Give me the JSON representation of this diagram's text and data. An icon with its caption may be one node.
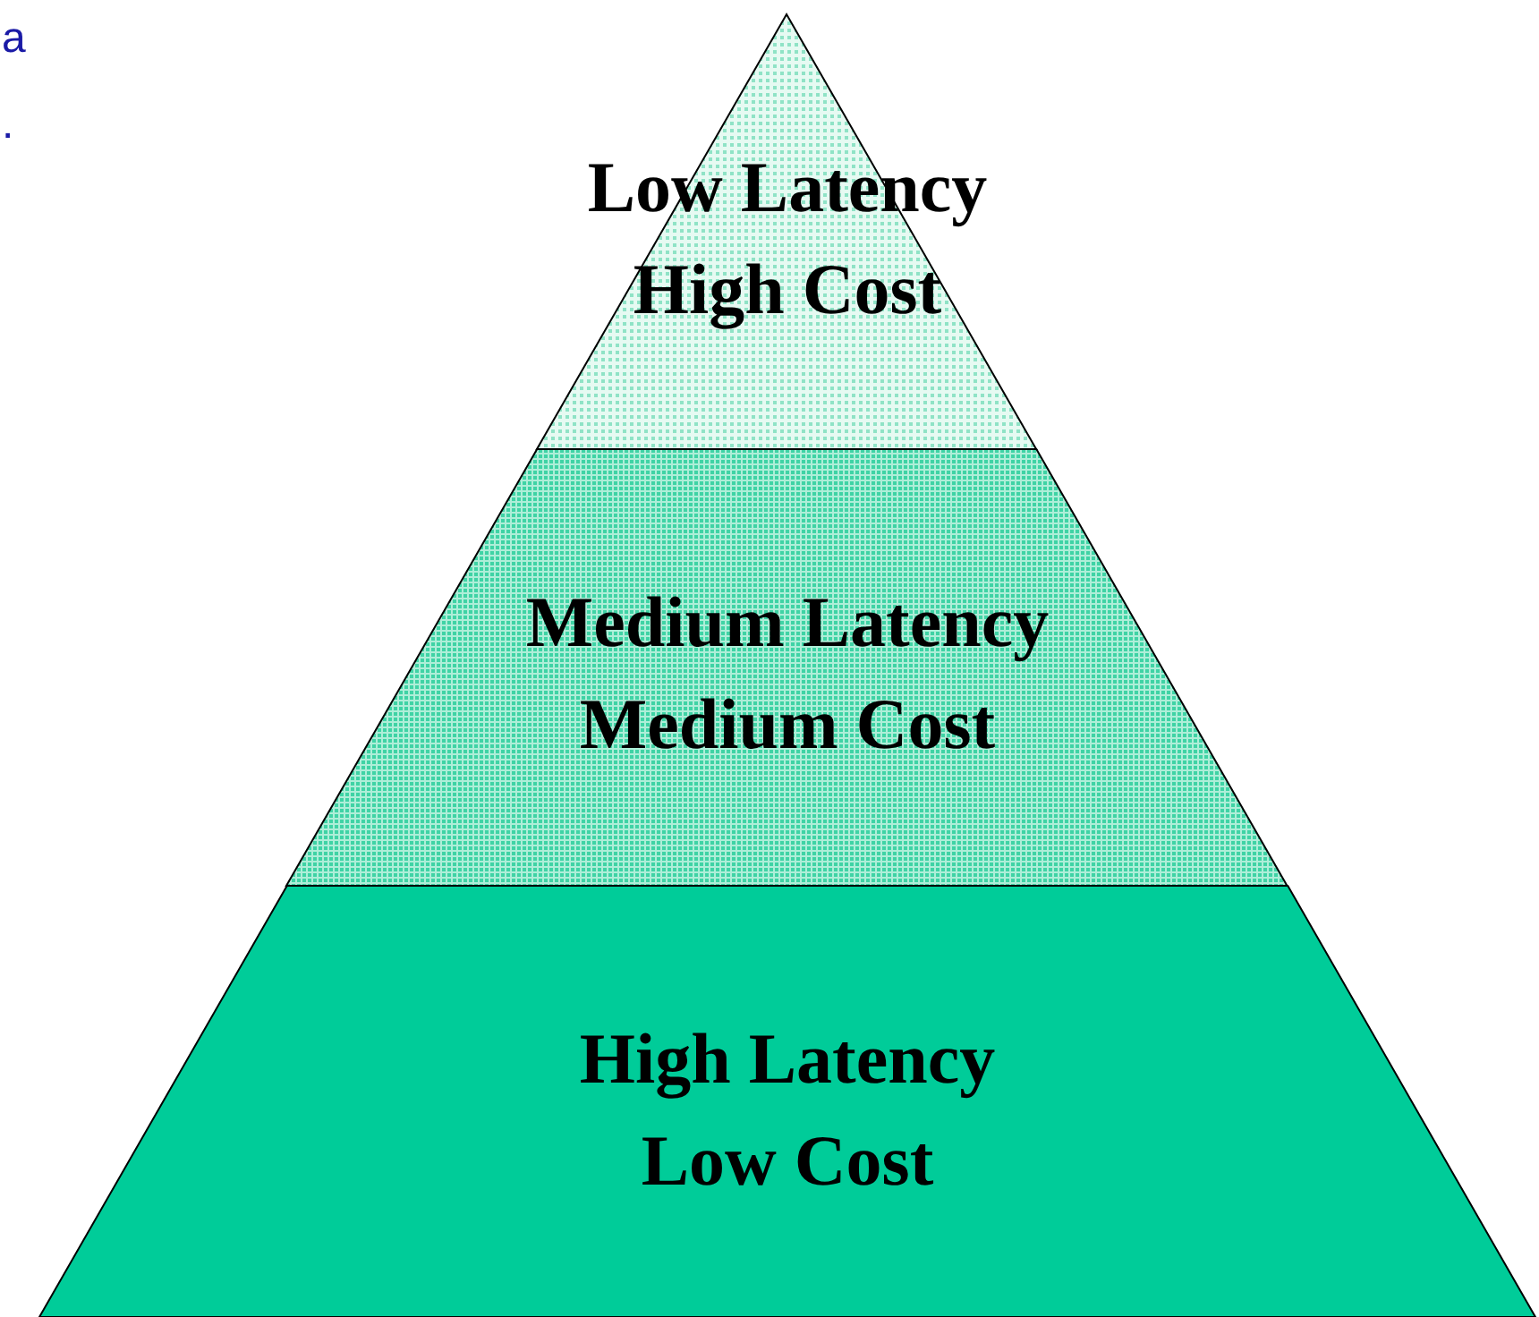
{
  "diagram": {
    "nodes": [
      {
        "text": [
          "Low Latency High Cost"
        ]
      },
      {
        "text": [
          "Medium Latency Medium Cost"
        ]
      },
      {
        "text": [
          "High Latency Low Cost"
        ]
      }
    ],
    "labels": [
      "a",
      "."
    ]
  }
}
